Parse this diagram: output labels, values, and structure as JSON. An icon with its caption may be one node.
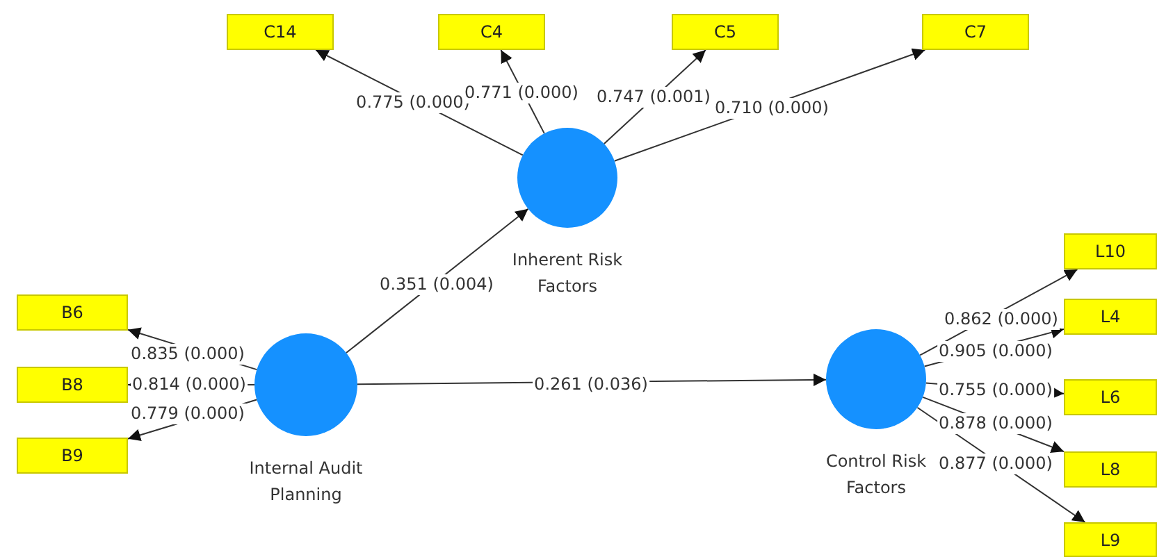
{
  "diagram": {
    "nodes": [
      {
        "text": [
          "C14"
        ]
      },
      {
        "text": [
          "C4"
        ]
      },
      {
        "text": [
          "C5"
        ]
      },
      {
        "text": [
          "C7"
        ]
      },
      {
        "text": [
          "Inherent Risk Factors"
        ]
      },
      {
        "text": [
          "B6"
        ]
      },
      {
        "text": [
          "B8"
        ]
      },
      {
        "text": [
          "B9"
        ]
      },
      {
        "text": [
          "Internal Audit Planning"
        ]
      },
      {
        "text": [
          "Control Risk Factors"
        ]
      },
      {
        "text": [
          "L10"
        ]
      },
      {
        "text": [
          "L4"
        ]
      },
      {
        "text": [
          "L6"
        ]
      },
      {
        "text": [
          "L8"
        ]
      },
      {
        "text": [
          "L9"
        ]
      }
    ],
    "edges": [
      {
        "from": 4,
        "to": 0,
        "arrow": "to",
        "label": "0.775 (0.000)"
      },
      {
        "from": 4,
        "to": 1,
        "arrow": "to",
        "label": "0.771 (0.000)"
      },
      {
        "from": 4,
        "to": 2,
        "arrow": "to",
        "label": "0.747 (0.001)"
      },
      {
        "from": 4,
        "to": 3,
        "arrow": "to",
        "label": "0.710 (0.000)"
      },
      {
        "from": 8,
        "to": 4,
        "arrow": "to",
        "label": "0.351 (0.004)"
      },
      {
        "from": 8,
        "to": 5,
        "arrow": "to",
        "label": "0.835 (0.000)"
      },
      {
        "from": 8,
        "to": 6,
        "arrow": "to",
        "label": "0.814 (0.000)"
      },
      {
        "from": 8,
        "to": 7,
        "arrow": "to",
        "label": "0.779 (0.000)"
      },
      {
        "from": 8,
        "to": 9,
        "arrow": "to",
        "label": "0.261 (0.036)"
      },
      {
        "from": 9,
        "to": 10,
        "arrow": "to",
        "label": "0.862 (0.000)"
      },
      {
        "from": 9,
        "to": 11,
        "arrow": "to",
        "label": "0.905 (0.000)"
      },
      {
        "from": 9,
        "to": 12,
        "arrow": "to",
        "label": "0.755 (0.000)"
      },
      {
        "from": 9,
        "to": 13,
        "arrow": "to",
        "label": "0.878 (0.000)"
      },
      {
        "from": 9,
        "to": 14,
        "arrow": "to",
        "label": "0.877 (0.000)"
      }
    ]
  }
}
